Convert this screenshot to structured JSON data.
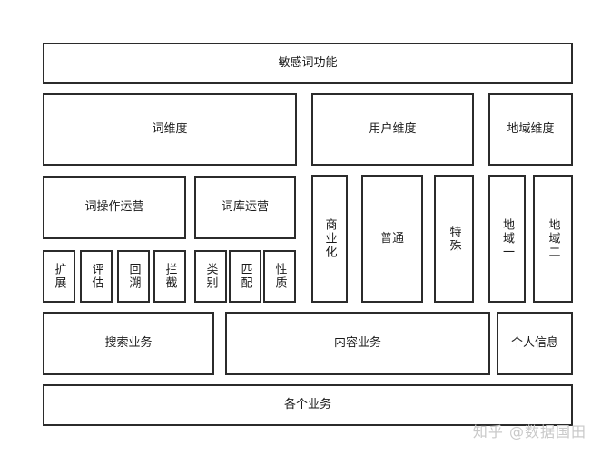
{
  "diagram": {
    "top": {
      "title": "敏感词功能"
    },
    "dimensions": {
      "word": "词维度",
      "user": "用户维度",
      "region": "地域维度"
    },
    "word_ops": {
      "label": "词操作运营",
      "items": [
        "扩展",
        "评估",
        "回溯",
        "拦截"
      ]
    },
    "word_lib": {
      "label": "词库运营",
      "items": [
        "类别",
        "匹配",
        "性质"
      ]
    },
    "user_types": [
      "商业化",
      "普通",
      "特殊"
    ],
    "region_types": [
      "地域一",
      "地域二"
    ],
    "businesses": {
      "search": "搜索业务",
      "content": "内容业务",
      "personal": "个人信息"
    },
    "bottom": {
      "title": "各个业务"
    },
    "watermark": "知乎 @数据国田"
  }
}
